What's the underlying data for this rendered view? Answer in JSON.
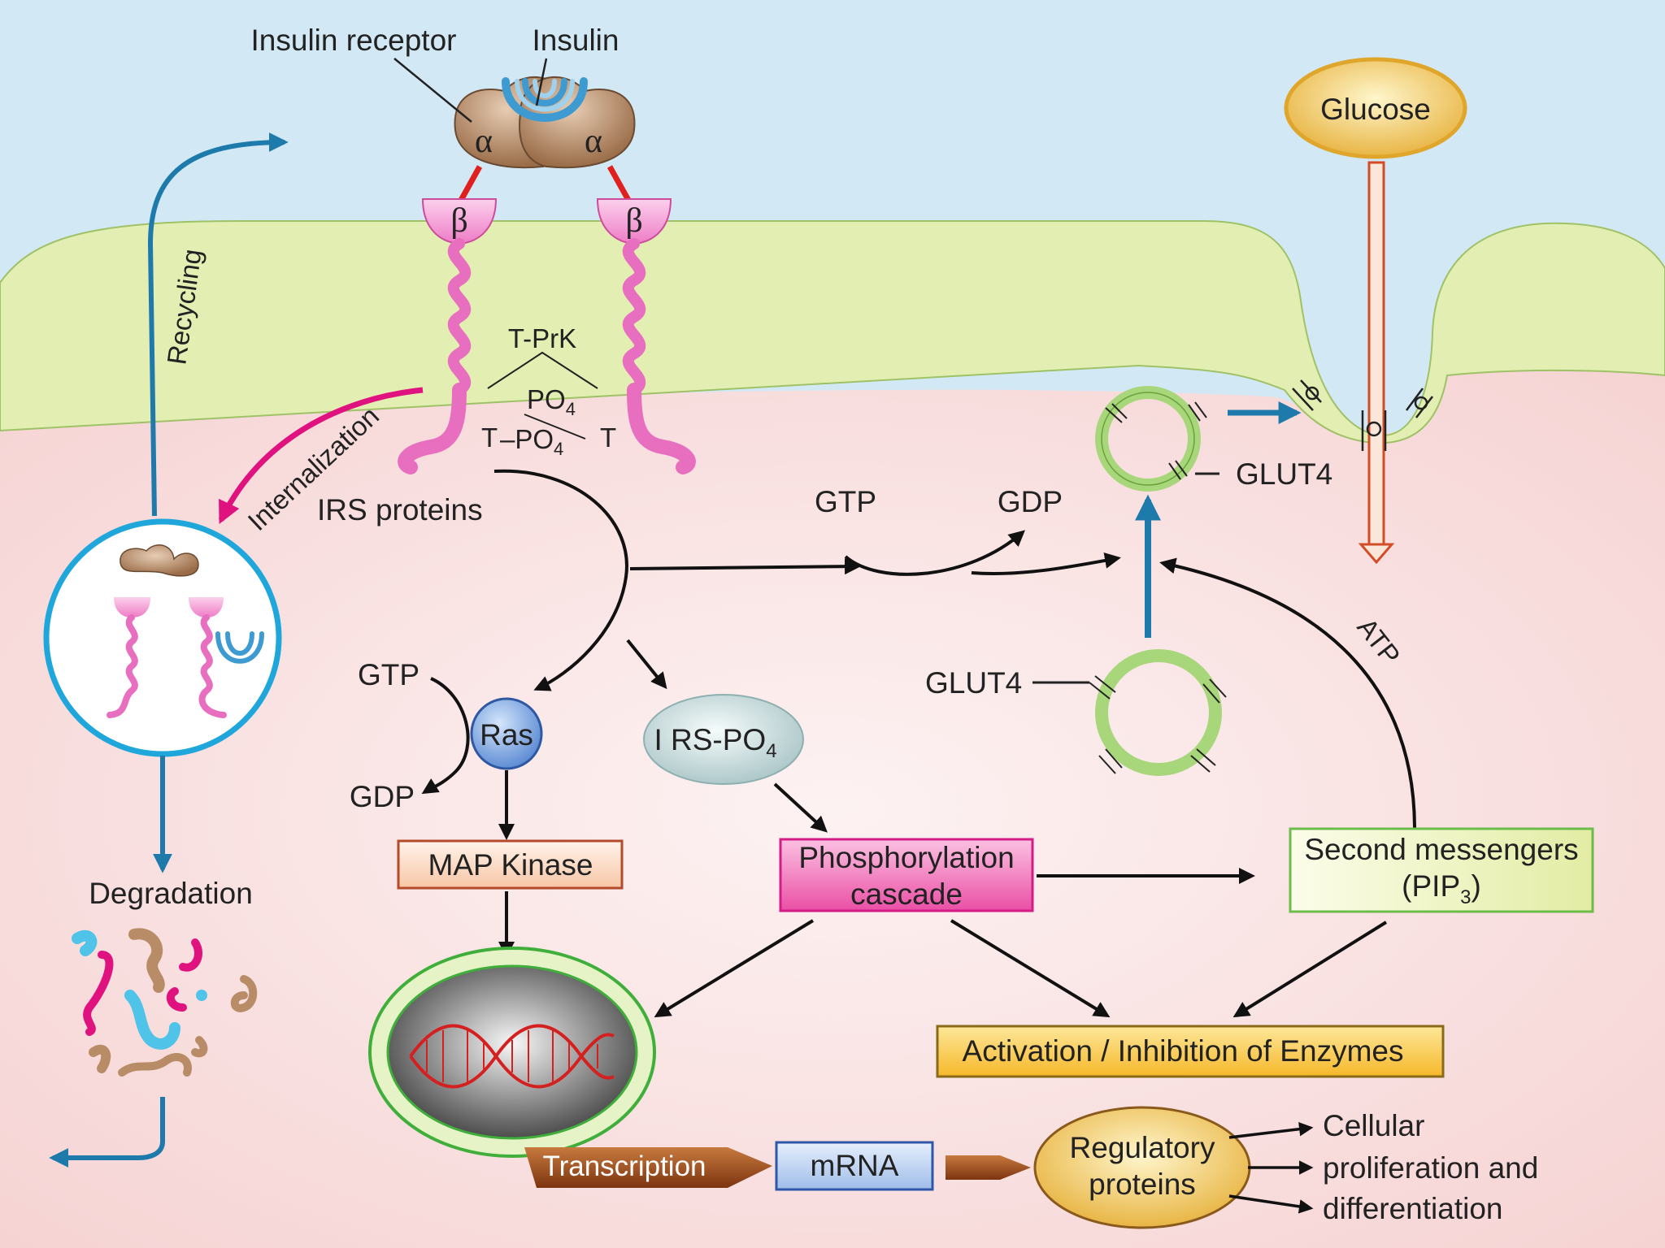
{
  "labels": {
    "insulin_receptor": "Insulin receptor",
    "insulin": "Insulin",
    "alpha": "α",
    "beta": "β",
    "glucose": "Glucose",
    "recycling": "Recycling",
    "internalization": "Internalization",
    "tprk": "T-PrK",
    "po4_top": "PO",
    "po4_top_sub": "4",
    "t_left": "T",
    "t_right": "T",
    "po4_bottom": "–PO",
    "po4_bottom_sub": "4",
    "irs_proteins": "IRS proteins",
    "gtp_top": "GTP",
    "gdp_top": "GDP",
    "glut4_top": "GLUT4",
    "glut4_bottom": "GLUT4",
    "atp": "ATP",
    "gtp_left": "GTP",
    "gdp_left": "GDP",
    "ras": "Ras",
    "irs_po4": "I RS-PO",
    "irs_po4_sub": "4",
    "map_kinase": "MAP Kinase",
    "phosphorylation_line1": "Phosphorylation",
    "phosphorylation_line2": "cascade",
    "second_messengers_line1": "Second messengers",
    "second_messengers_line2_pre": "(PIP",
    "second_messengers_line2_sub": "3",
    "second_messengers_line2_post": ")",
    "degradation": "Degradation",
    "activation": "Activation / Inhibition of Enzymes",
    "transcription": "Transcription",
    "mrna": "mRNA",
    "regulatory_line1": "Regulatory",
    "regulatory_line2": "proteins",
    "outcome_1": "Cellular",
    "outcome_2": "proliferation and",
    "outcome_3": "differentiation"
  },
  "colors": {
    "extracellular": "#d2e9f5",
    "membrane": "#e3eeb3",
    "cytoplasm": "#f9dddd",
    "receptor_pink": "#f29bd4",
    "receptor_brown": "#b98c68",
    "insulin_blue": "#3d9bd2",
    "arrow_blue": "#1e7aab",
    "arrow_magenta": "#e0127f",
    "glut_green": "#a8d67a",
    "map_kinase_fill": "#fbe0cc",
    "phospho_fill": "#f06ab2",
    "second_msg_fill": "#edf3bf",
    "activation_fill": "#fbcc3c",
    "transcription_brown": "#9a4216",
    "mrna_fill": "#b8d2f1"
  }
}
